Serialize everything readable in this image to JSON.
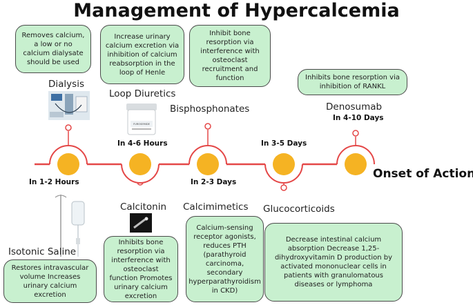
{
  "title": "Management of Hypercalcemia",
  "axis_label": "Onset of Action",
  "colors": {
    "node": "#f5b323",
    "node_ring": "#e44747",
    "box_fill": "#c8f0cf",
    "axis": "#e44747"
  },
  "treatments": [
    {
      "id": "dialysis",
      "name": "Dialysis",
      "side": "top",
      "onset": "In 1-2 Hours",
      "icon": "dialysis-machine-icon",
      "description": "Removes calcium, a low or no calcium dialysate should be used"
    },
    {
      "id": "isotonic-saline",
      "name": "Isotonic Saline",
      "side": "bottom",
      "onset": "",
      "icon": "iv-bag-icon",
      "description": "Restores intravascular volume Increases urinary calcium excretion"
    },
    {
      "id": "loop-diuretics",
      "name": "Loop Diuretics",
      "side": "top",
      "onset": "In 4-6 Hours",
      "icon": "medicine-jar-icon",
      "jar_label": "FUROSEMIDE",
      "description": "Increase urinary calcium excretion via inhibition of calcium reabsorption in the loop of Henle"
    },
    {
      "id": "calcitonin",
      "name": "Calcitonin",
      "side": "bottom",
      "onset": "",
      "icon": "nasal-spray-icon",
      "description": "Inhibits bone resorption via interference with osteoclast function Promotes urinary calcium excretion"
    },
    {
      "id": "bisphosphonates",
      "name": "Bisphosphonates",
      "side": "top",
      "onset": "In 2-3 Days",
      "icon": "",
      "description": "Inhibit bone resorption via interference with osteoclast recruitment and function"
    },
    {
      "id": "calcimimetics",
      "name": "Calcimimetics",
      "side": "bottom",
      "onset": "",
      "icon": "",
      "description": "Calcium-sensing receptor agonists, reduces PTH (parathyroid carcinoma, secondary hyperparathyroidism in CKD)"
    },
    {
      "id": "glucocorticoids",
      "name": "Glucocorticoids",
      "side": "bottom",
      "onset": "In 3-5 Days",
      "icon": "",
      "description": "Decrease intestinal calcium absorption Decrease 1,25-dihydroxyvitamin D production by activated mononuclear cells in patients with granulomatous diseases or lymphoma"
    },
    {
      "id": "denosumab",
      "name": "Denosumab",
      "side": "top",
      "onset": "In 4-10 Days",
      "icon": "",
      "description": "Inhibits bone resorption via inhibition of RANKL"
    }
  ]
}
